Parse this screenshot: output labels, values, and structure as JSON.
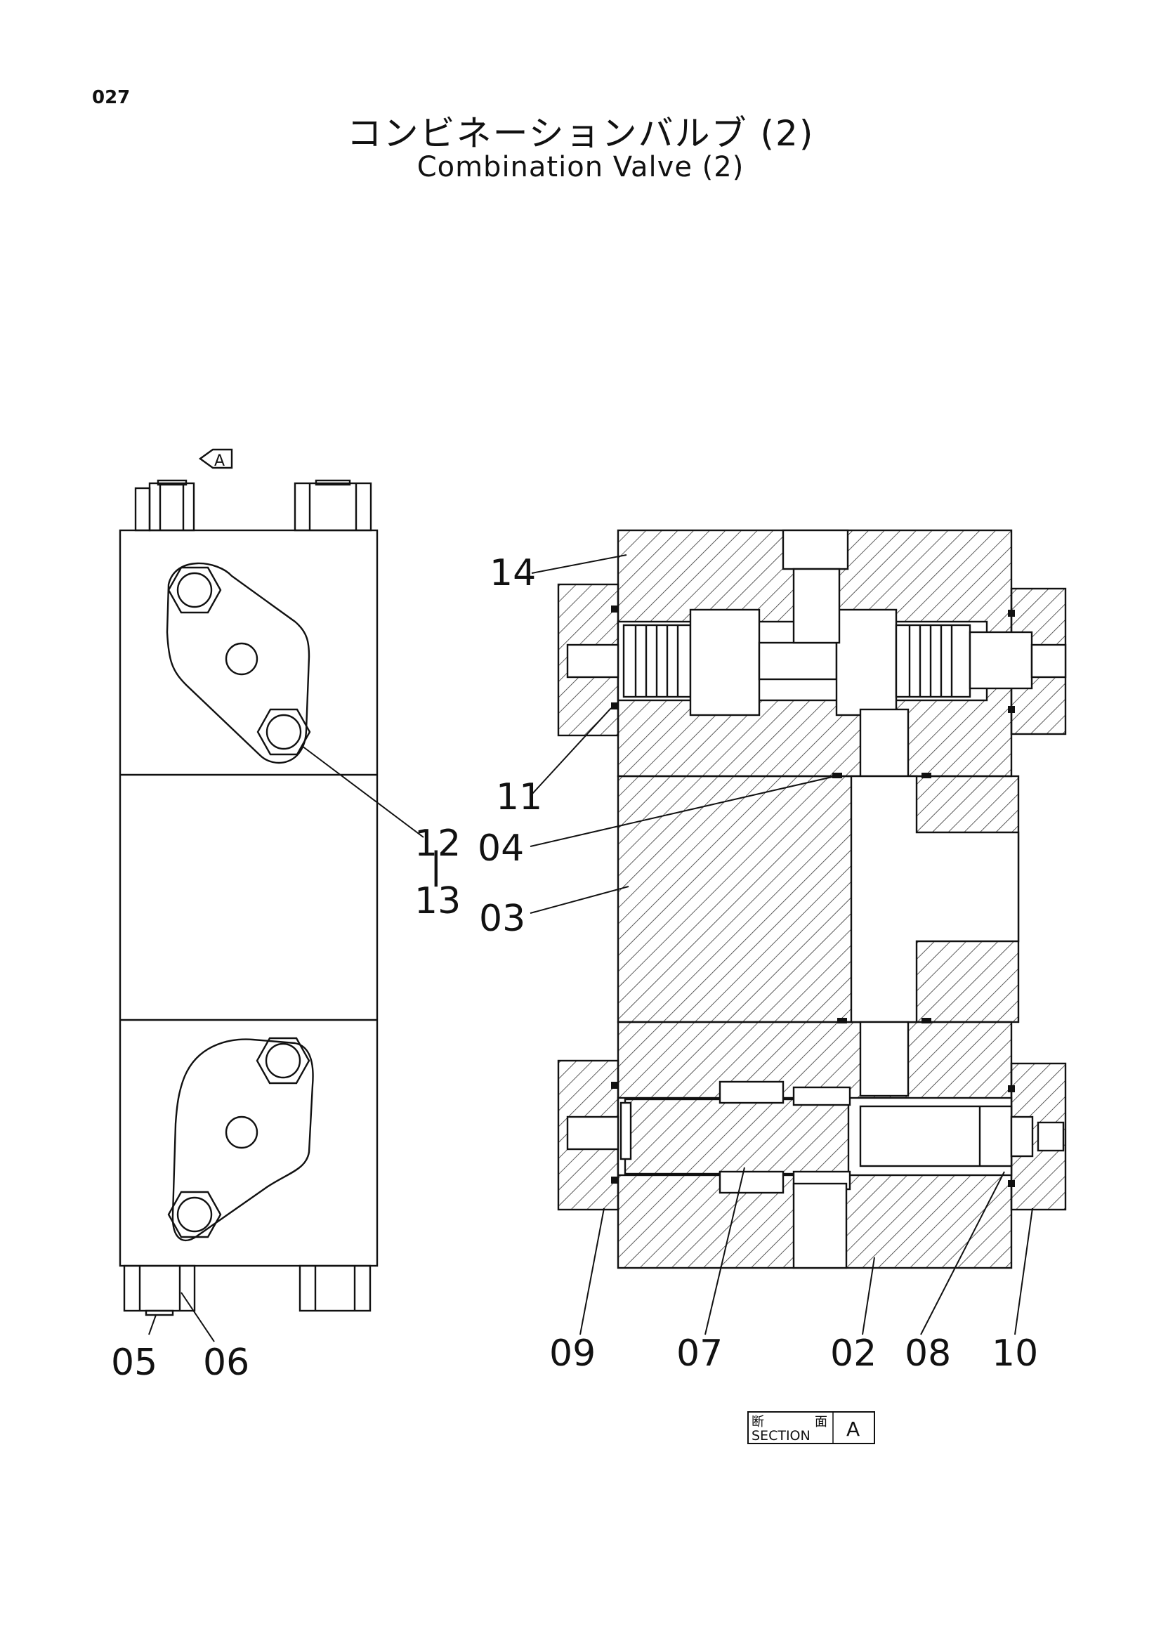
{
  "page_number": "027",
  "title_japanese": "コンビネーションバルブ (2)",
  "title_english": "Combination Valve (2)",
  "view_marker": "A",
  "section_label": {
    "japanese_1": "断",
    "japanese_2": "面",
    "english": "SECTION",
    "letter": "A"
  },
  "callouts": {
    "c14": "14",
    "c11": "11",
    "c04": "04",
    "c03": "03",
    "c12": "12",
    "c12_sep": "|",
    "c13": "13",
    "c05": "05",
    "c06": "06",
    "c09": "09",
    "c07": "07",
    "c02": "02",
    "c08": "08",
    "c10": "10"
  }
}
